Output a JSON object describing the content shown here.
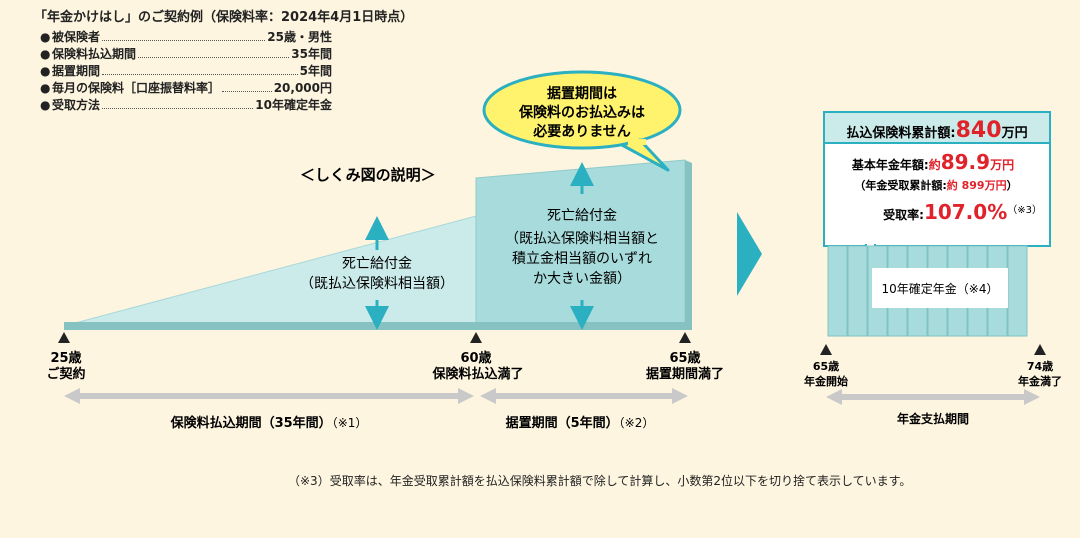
{
  "contract": {
    "title": "「年金かけはし」のご契約例（保険料率：2024年4月1日時点）",
    "bullet": "●",
    "conditions": [
      {
        "label": "被保険者",
        "value": "25歳・男性"
      },
      {
        "label": "保険料払込期間",
        "value": "35年間"
      },
      {
        "label": "据置期間",
        "value": "5年間"
      },
      {
        "label": "毎月の保険料［口座振替料率］",
        "value": "20,000円"
      },
      {
        "label": "受取方法",
        "value": "10年確定年金"
      }
    ]
  },
  "diagram": {
    "heading": "＜しくみ図の説明＞",
    "bubble_lines": [
      "据置期間は",
      "保険料のお払込みは",
      "必要ありません"
    ],
    "death_benefit_left": [
      "死亡給付金",
      "（既払込保険料相当額）"
    ],
    "death_benefit_right": [
      "死亡給付金",
      "（既払込保険料相当額と",
      "積立金相当額のいずれ",
      "か大きい金額）"
    ],
    "markers": [
      {
        "age": "25歳",
        "label": "ご契約"
      },
      {
        "age": "60歳",
        "label": "保険料払込満了"
      },
      {
        "age": "65歳",
        "label": "据置期間満了"
      }
    ],
    "periods": [
      {
        "label": "保険料払込期間（35年間）",
        "note": "（※1）"
      },
      {
        "label": "据置期間（5年間）",
        "note": "（※2）"
      }
    ]
  },
  "payout": {
    "total_premium_label": "払込保険料累計額:",
    "total_premium_value": "840",
    "total_premium_unit": "万円",
    "annual_label": "基本年金年額:",
    "annual_prefix": "約",
    "annual_value": "89.9",
    "annual_unit": "万円",
    "cumulative_label": "（年金受取累計額:",
    "cumulative_value": "約 899万円",
    "cumulative_close": "）",
    "rate_label": "受取率:",
    "rate_value": "107.0%",
    "rate_note": "（※3）",
    "annuity_label": "10年確定年金（※4）",
    "start_age": "65歳",
    "start_label": "年金開始",
    "end_age": "74歳",
    "end_label": "年金満了",
    "period_label": "年金支払期間"
  },
  "footnote": "（※3）受取率は、年金受取累計額を払込保険料累計額で除して計算し、小数第2位以下を切り捨て表示しています。",
  "colors": {
    "background": "#fdf5e0",
    "teal": "#2bb0c2",
    "light_teal": "#cbeaea",
    "mid_teal": "#a8dcdc",
    "accent_red": "#e0222b",
    "bubble_yellow": "#fff36e",
    "period_gray": "#c9c9c9"
  }
}
